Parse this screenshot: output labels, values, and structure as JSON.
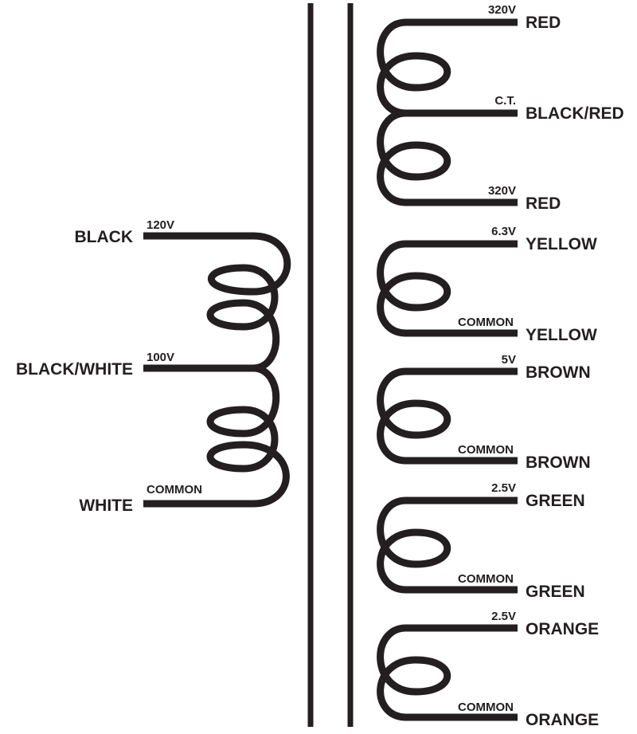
{
  "colors": {
    "ink": "#231f20",
    "background": "#ffffff"
  },
  "primary": {
    "top": {
      "color": "BLACK",
      "tap": "120V"
    },
    "middle": {
      "color": "BLACK/WHITE",
      "tap": "100V"
    },
    "bottom": {
      "color": "WHITE",
      "tap": "COMMON"
    }
  },
  "secondaries": [
    {
      "top": {
        "color": "RED",
        "tap": "320V"
      },
      "center": {
        "color": "BLACK/RED",
        "tap": "C.T."
      },
      "bottom": {
        "color": "RED",
        "tap": "320V"
      }
    },
    {
      "top": {
        "color": "YELLOW",
        "tap": "6.3V"
      },
      "bottom": {
        "color": "YELLOW",
        "tap": "COMMON"
      }
    },
    {
      "top": {
        "color": "BROWN",
        "tap": "5V"
      },
      "bottom": {
        "color": "BROWN",
        "tap": "COMMON"
      }
    },
    {
      "top": {
        "color": "GREEN",
        "tap": "2.5V"
      },
      "bottom": {
        "color": "GREEN",
        "tap": "COMMON"
      }
    },
    {
      "top": {
        "color": "ORANGE",
        "tap": "2.5V"
      },
      "bottom": {
        "color": "ORANGE",
        "tap": "COMMON"
      }
    }
  ]
}
